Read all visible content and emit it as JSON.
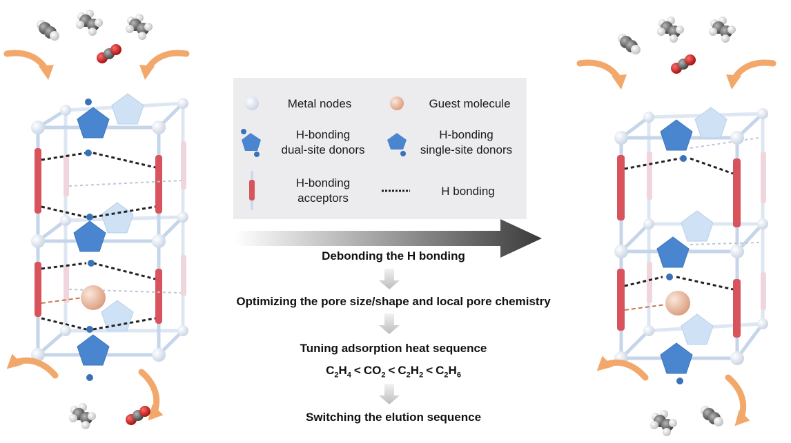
{
  "legend": {
    "metal_nodes": "Metal nodes",
    "guest_molecule": "Guest molecule",
    "dual_donors_l1": "H-bonding",
    "dual_donors_l2": "dual-site donors",
    "single_donors_l1": "H-bonding",
    "single_donors_l2": "single-site donors",
    "acceptors_l1": "H-bonding",
    "acceptors_l2": "acceptors",
    "h_bonding": "H bonding"
  },
  "steps": {
    "debonding": "Debonding the H bonding",
    "optimizing": "Optimizing the pore size/shape and local pore chemistry",
    "tuning": "Tuning adsorption heat sequence",
    "switching": "Switching the elution sequence"
  },
  "sequence": [
    {
      "base": "C",
      "sub1": "2",
      "mid": "H",
      "sub2": "4"
    },
    {
      "sep": "<"
    },
    {
      "base": "CO",
      "sub1": "2"
    },
    {
      "sep": "<"
    },
    {
      "base": "C",
      "sub1": "2",
      "mid": "H",
      "sub2": "2"
    },
    {
      "sep": "<"
    },
    {
      "base": "C",
      "sub1": "2",
      "mid": "H",
      "sub2": "6"
    }
  ],
  "colors": {
    "donor_blue": "#4a86cf",
    "acceptor_red": "#d9535d",
    "guest_peach": "#e8b79a",
    "arrow_orange": "#f3a86b",
    "arrow_dark": "#3a3a3a"
  }
}
